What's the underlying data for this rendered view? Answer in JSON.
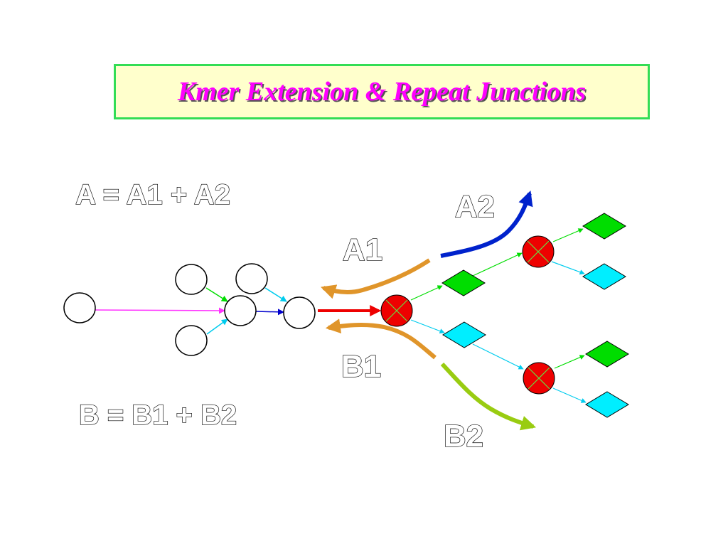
{
  "title": "Kmer Extension & Repeat Junctions",
  "labels": {
    "equation_a": "A = A1 + A2",
    "equation_b": "B = B1 + B2",
    "a1": "A1",
    "a2": "A2",
    "b1": "B1",
    "b2": "B2"
  },
  "colors": {
    "title_text": "#ff00ff",
    "title_bg": "#ffffcc",
    "title_border": "#33dd55",
    "green_node": "#00dd00",
    "cyan_node": "#00eeff",
    "junction_node": "#ee0000",
    "orange_arrow": "#e0952a",
    "blue_arrow": "#0022cc",
    "olive_arrow": "#99cc11",
    "red_arrow": "#ee0000"
  }
}
